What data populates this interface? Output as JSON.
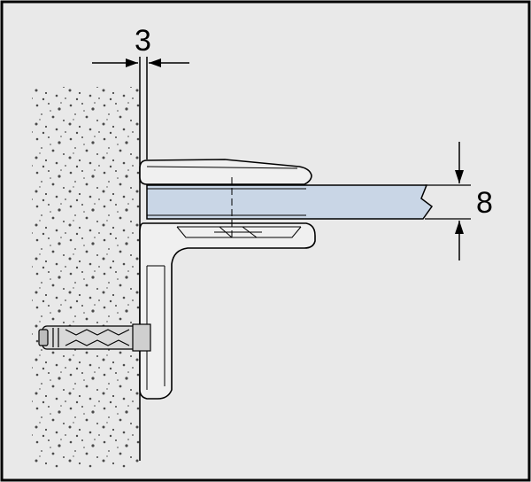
{
  "dimensions": {
    "wall_gap": "3",
    "glass_thickness": "8"
  },
  "colors": {
    "background": "#e9e9e9",
    "frame": "#000000",
    "wall_speckle": "#555555",
    "glass": "#c9d6e6",
    "bracket": "#f0f0f0",
    "anchor": "#d9d9d9"
  },
  "icons": {
    "wall": "concrete-wall",
    "bracket": "glass-shelf-bracket",
    "anchor": "wall-plug-anchor"
  }
}
